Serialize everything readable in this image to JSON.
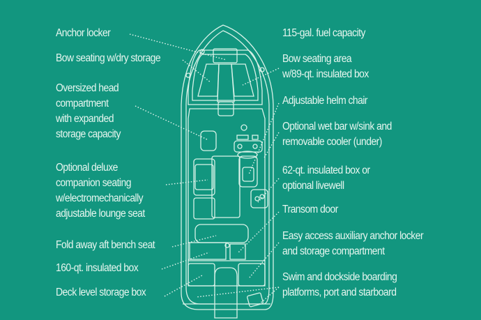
{
  "colors": {
    "background": "#12967f",
    "lines": "#d8f2e8",
    "text": "#e6f6ef"
  },
  "left_labels": [
    {
      "lines": [
        "Anchor locker"
      ]
    },
    {
      "lines": [
        "Bow seating w/dry storage"
      ]
    },
    {
      "lines": [
        "Oversized head",
        "compartment",
        "with expanded",
        "storage capacity"
      ]
    },
    {
      "lines": [
        "Optional deluxe",
        "companion seating",
        "w/electromechanically",
        "adjustable lounge seat"
      ]
    },
    {
      "lines": [
        "Fold away aft bench seat"
      ]
    },
    {
      "lines": [
        "160-qt. insulated box"
      ]
    },
    {
      "lines": [
        "Deck level storage box"
      ]
    }
  ],
  "right_labels": [
    {
      "lines": [
        "115-gal. fuel capacity"
      ]
    },
    {
      "lines": [
        "Bow seating area",
        "w/89-qt. insulated box"
      ]
    },
    {
      "lines": [
        "Adjustable helm chair"
      ]
    },
    {
      "lines": [
        "Optional wet bar w/sink and",
        "removable cooler (under)"
      ]
    },
    {
      "lines": [
        "62-qt. insulated box or",
        "optional livewell"
      ]
    },
    {
      "lines": [
        "Transom door"
      ]
    },
    {
      "lines": [
        "Easy access auxiliary anchor locker",
        "and storage compartment"
      ]
    },
    {
      "lines": [
        "Swim and dockside boarding",
        "platforms, port and starboard"
      ]
    }
  ]
}
